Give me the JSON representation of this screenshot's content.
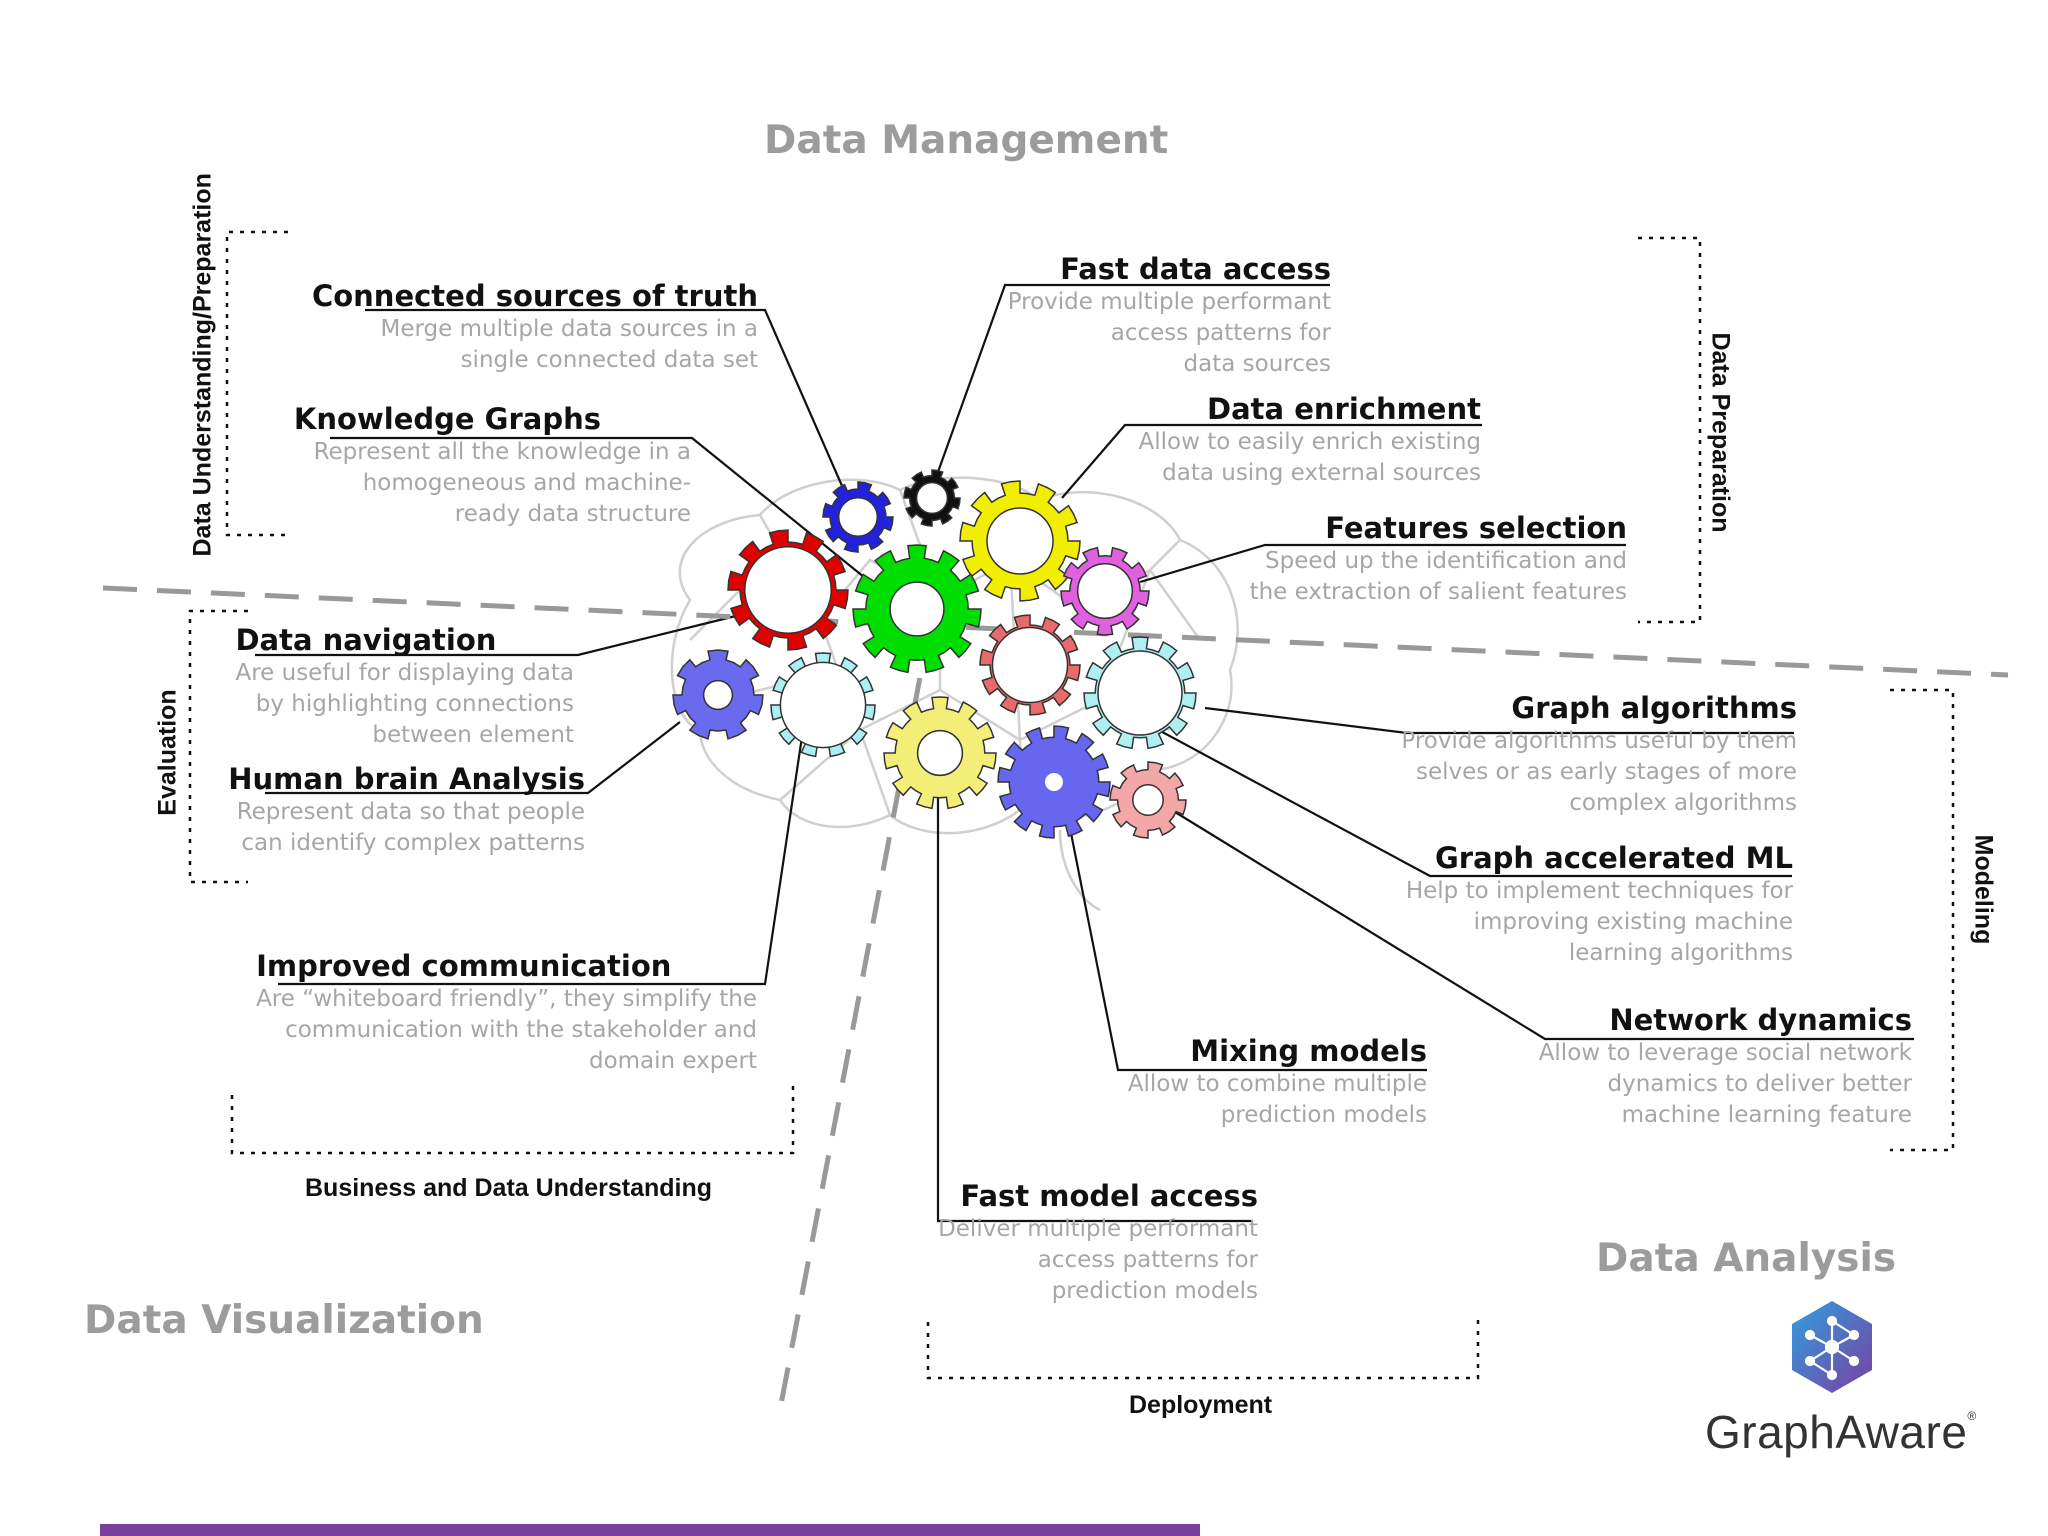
{
  "quadrants": {
    "top": "Data Management",
    "bottom_left": "Data Visualization",
    "bottom_right": "Data Analysis"
  },
  "phases": {
    "data_understanding_preparation": "Data Understanding/Preparation",
    "data_preparation": "Data Preparation",
    "evaluation": "Evaluation",
    "modeling": "Modeling",
    "business_and_data_understanding": "Business and Data Understanding",
    "deployment": "Deployment"
  },
  "items": [
    {
      "id": "connected-sources",
      "title": "Connected sources of truth",
      "desc": "Merge multiple data sources in a\nsingle connected data set"
    },
    {
      "id": "knowledge-graphs",
      "title": "Knowledge Graphs",
      "desc": "Represent all the knowledge in a\nhomogeneous and machine-\nready data structure"
    },
    {
      "id": "fast-data-access",
      "title": "Fast data access",
      "desc": "Provide multiple performant\naccess patterns for\ndata sources"
    },
    {
      "id": "data-enrichment",
      "title": "Data enrichment",
      "desc": "Allow to easily enrich existing\ndata using external sources"
    },
    {
      "id": "features-selection",
      "title": "Features selection",
      "desc": "Speed up the identification and\nthe extraction of salient features"
    },
    {
      "id": "data-navigation",
      "title": "Data navigation",
      "desc": "Are useful for displaying data\nby highlighting connections\nbetween element"
    },
    {
      "id": "human-brain-analysis",
      "title": "Human brain Analysis",
      "desc": "Represent data so that people\ncan identify complex patterns"
    },
    {
      "id": "improved-communication",
      "title": "Improved communication",
      "desc": "Are “whiteboard friendly”, they simplify the\ncommunication with the stakeholder and\ndomain expert"
    },
    {
      "id": "graph-algorithms",
      "title": "Graph algorithms",
      "desc": "Provide algorithms useful by them\nselves or as early stages of more\ncomplex algorithms"
    },
    {
      "id": "graph-accelerated-ml",
      "title": "Graph accelerated ML",
      "desc": "Help to implement techniques for\nimproving existing machine\nlearning algorithms"
    },
    {
      "id": "network-dynamics",
      "title": "Network dynamics",
      "desc": "Allow to leverage social network\ndynamics to deliver better\nmachine learning feature"
    },
    {
      "id": "mixing-models",
      "title": "Mixing models",
      "desc": "Allow to combine multiple\nprediction models"
    },
    {
      "id": "fast-model-access",
      "title": "Fast model access",
      "desc": "Deliver multiple performant\naccess patterns for\nprediction models"
    }
  ],
  "logo": {
    "brand": "GraphAware",
    "brand_color": "#6a3fa8"
  },
  "colors": {
    "divider": "#999999",
    "accent_bar": "#7b3fa0"
  }
}
